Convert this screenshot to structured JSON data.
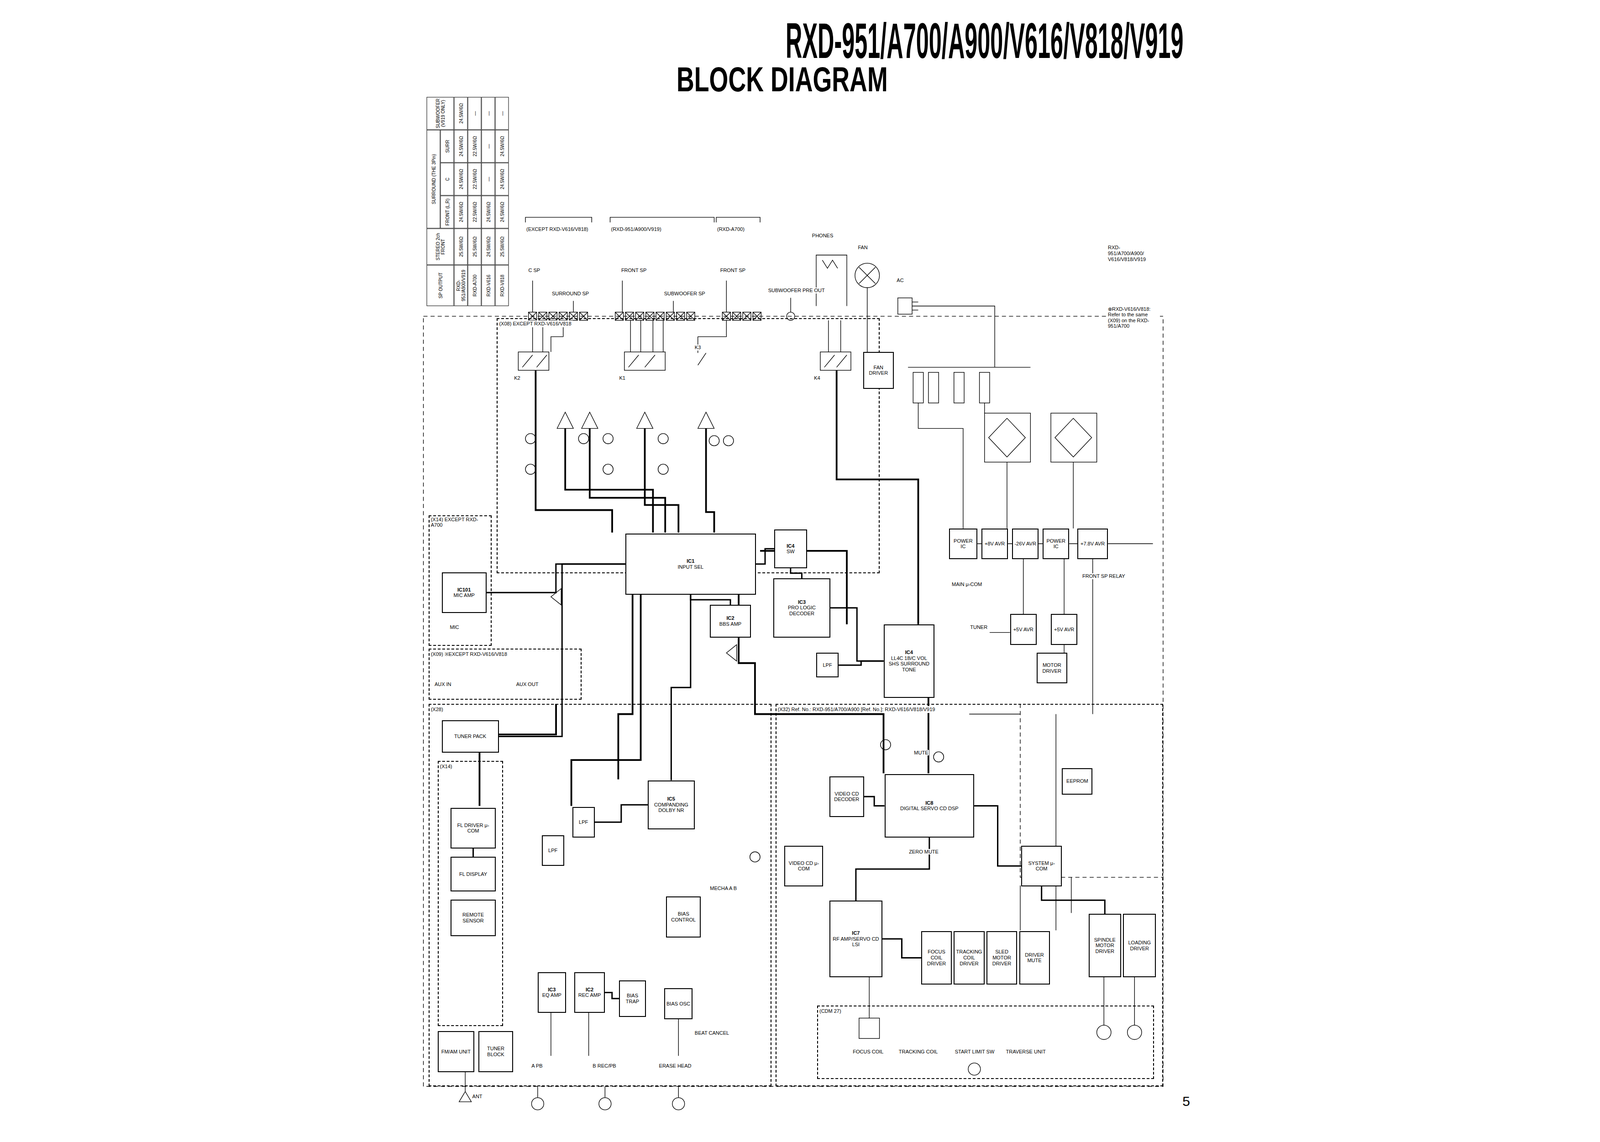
{
  "diagram": {
    "title": "BLOCK DIAGRAM",
    "nodes": [
      {
        "text": [
          "(X08) EXCEPT RXD-V616/V818"
        ]
      },
      {
        "text": [
          "(X14) EXCEPT RXD-A700"
        ]
      },
      {
        "text": [
          "(X09) ※EXCEPT RXD-V616/V818"
        ]
      },
      {
        "text": [
          "(X28)"
        ]
      },
      {
        "text": [
          "(X32) Ref. No.: RXD-951/A700/A900 [Ref. No.]: RXD-V616/V818/V919"
        ]
      },
      {
        "text": [
          "(X14)"
        ],
        "in": 3
      },
      {
        "text": [
          "IC1",
          "INPUT SEL"
        ],
        "in": 0
      },
      {
        "text": [
          "IC4",
          "SW"
        ],
        "in": 0
      },
      {
        "text": [
          "IC2",
          "BBS AMP"
        ],
        "in": 0
      },
      {
        "text": [
          "IC3",
          "PRO LOGIC DECODER"
        ],
        "in": 0
      },
      {
        "text": [
          "IC4",
          "LL4C 1B/C VOL SHS SURROUND TONE"
        ]
      },
      {
        "text": [
          "LPF"
        ]
      },
      {
        "text": [
          "FAN DRIVER"
        ]
      },
      {
        "text": [
          "POWER IC"
        ]
      },
      {
        "text": [
          "+8V AVR"
        ]
      },
      {
        "text": [
          "-26V AVR"
        ]
      },
      {
        "text": [
          "POWER IC"
        ]
      },
      {
        "text": [
          "+7.8V AVR"
        ]
      },
      {
        "text": [
          "+5V AVR"
        ]
      },
      {
        "text": [
          "+5V AVR"
        ]
      },
      {
        "text": [
          "MOTOR DRIVER"
        ]
      },
      {
        "text": [
          "VIDEO CD DECODER"
        ],
        "in": 4
      },
      {
        "text": [
          "IC8",
          "DIGITAL SERVO CD DSP"
        ],
        "in": 4
      },
      {
        "text": [
          "EEPROM"
        ],
        "in": 4
      },
      {
        "text": [
          "VIDEO CD μ-COM"
        ],
        "in": 4
      },
      {
        "text": [
          "SYSTEM μ-COM"
        ],
        "in": 4
      },
      {
        "text": [
          "IC7",
          "RF AMP/SERVO CD LSI"
        ],
        "in": 4
      },
      {
        "text": [
          "FOCUS COIL DRIVER"
        ],
        "in": 4
      },
      {
        "text": [
          "TRACKING COIL DRIVER"
        ],
        "in": 4
      },
      {
        "text": [
          "SLED MOTOR DRIVER"
        ],
        "in": 4
      },
      {
        "text": [
          "DRIVER MUTE"
        ],
        "in": 4
      },
      {
        "text": [
          "SPINDLE MOTOR DRIVER"
        ],
        "in": 4
      },
      {
        "text": [
          "LOADING DRIVER"
        ],
        "in": 4
      },
      {
        "text": [
          "(CDM 27)"
        ],
        "in": 4
      },
      {
        "text": [
          "IC5",
          "COMPANDING DOLBY NR"
        ],
        "in": 3
      },
      {
        "text": [
          "LPF"
        ],
        "in": 3
      },
      {
        "text": [
          "LPF"
        ],
        "in": 3
      },
      {
        "text": [
          "BIAS CONTROL"
        ],
        "in": 3
      },
      {
        "text": [
          "IC3",
          "EQ AMP"
        ],
        "in": 3
      },
      {
        "text": [
          "IC2",
          "REC AMP"
        ],
        "in": 3
      },
      {
        "text": [
          "BIAS TRAP"
        ],
        "in": 3
      },
      {
        "text": [
          "BIAS OSC"
        ],
        "in": 3
      },
      {
        "text": [
          "TUNER PACK"
        ],
        "in": 3
      },
      {
        "text": [
          "FL DRIVER μ-COM"
        ],
        "in": 5
      },
      {
        "text": [
          "FL DISPLAY"
        ],
        "in": 5
      },
      {
        "text": [
          "REMOTE SENSOR"
        ],
        "in": 5
      },
      {
        "text": [
          "TUNER BLOCK"
        ],
        "in": 3
      },
      {
        "text": [
          "FM/AM UNIT"
        ],
        "in": 3
      },
      {
        "text": [
          "IC101",
          "MIC AMP"
        ],
        "in": 1
      }
    ],
    "edges": [
      {
        "from": 6,
        "to": 7,
        "arrow": "none"
      },
      {
        "from": 7,
        "to": 9,
        "arrow": "none"
      },
      {
        "from": 9,
        "to": 10,
        "arrow": "none"
      },
      {
        "from": 6,
        "to": 8,
        "arrow": "none"
      },
      {
        "from": 10,
        "to": 11,
        "arrow": "none"
      },
      {
        "from": 26,
        "to": 22,
        "arrow": "none"
      },
      {
        "from": 22,
        "to": 21,
        "arrow": "none"
      },
      {
        "from": 25,
        "to": 22,
        "arrow": "none"
      },
      {
        "from": 26,
        "to": 27,
        "arrow": "none"
      },
      {
        "from": 25,
        "to": 31,
        "arrow": "none"
      },
      {
        "from": 34,
        "to": 6,
        "arrow": "none"
      },
      {
        "from": 42,
        "to": 6,
        "arrow": "none"
      },
      {
        "from": 48,
        "to": 6,
        "arrow": "none"
      },
      {
        "from": 35,
        "to": 34,
        "arrow": "none"
      },
      {
        "from": 39,
        "to": 40,
        "arrow": "none"
      },
      {
        "from": 43,
        "to": 44,
        "arrow": "none"
      }
    ],
    "labels": [
      "SP OUTPUT",
      "STEREO 2ch FRONT",
      "SURROUND (THE 3Pin)",
      "SUBWOOFER (V919 ONLY)",
      "FRONT (L,R)",
      "C",
      "SURR",
      "RXD-951/A900/V919",
      "25.5W/6Ω",
      "24.5W/6Ω",
      "24.5W/6Ω",
      "24.5W/6Ω",
      "24.5W/6Ω",
      "RXD-A700",
      "25.5W/6Ω",
      "22.5W/6Ω",
      "22.5W/6Ω",
      "22.5W/6Ω",
      "—",
      "RXD-V616",
      "24.5W/6Ω",
      "24.5W/6Ω",
      "—",
      "—",
      "—",
      "RXD-V818",
      "25.5W/6Ω",
      "24.5W/6Ω",
      "24.5W/6Ω",
      "24.5W/6Ω",
      "—",
      "RXD-951/A700/A900/V616/V818/V919",
      "(EXCEPT RXD-V616/V818)",
      "C SP",
      "SURROUND SP",
      "(RXD-951/A900/V919)",
      "FRONT SP",
      "SUBWOOFER SP",
      "(RXD-A700)",
      "FRONT SP",
      "SUBWOOFER PRE OUT",
      "PHONES",
      "FAN",
      "AC",
      "K2",
      "K1",
      "K3",
      "K4",
      "RXD-951/A700/A900/ V616/V818/V919",
      "⊗RXD-V616/V818: Refer to the same (X09) on the RXD-951/A700",
      "MIC",
      "AUX IN",
      "AUX OUT",
      "MUTE",
      "ZERO MUTE",
      "MECHA A B",
      "BEAT CANCEL",
      "A PB",
      "B REC/PB",
      "ERASE HEAD",
      "ANT",
      "FOCUS COIL",
      "TRACKING COIL",
      "START LIMIT SW",
      "TRAVERSE UNIT",
      "MAIN μ-COM",
      "TUNER",
      "FRONT SP RELAY",
      "5"
    ]
  }
}
